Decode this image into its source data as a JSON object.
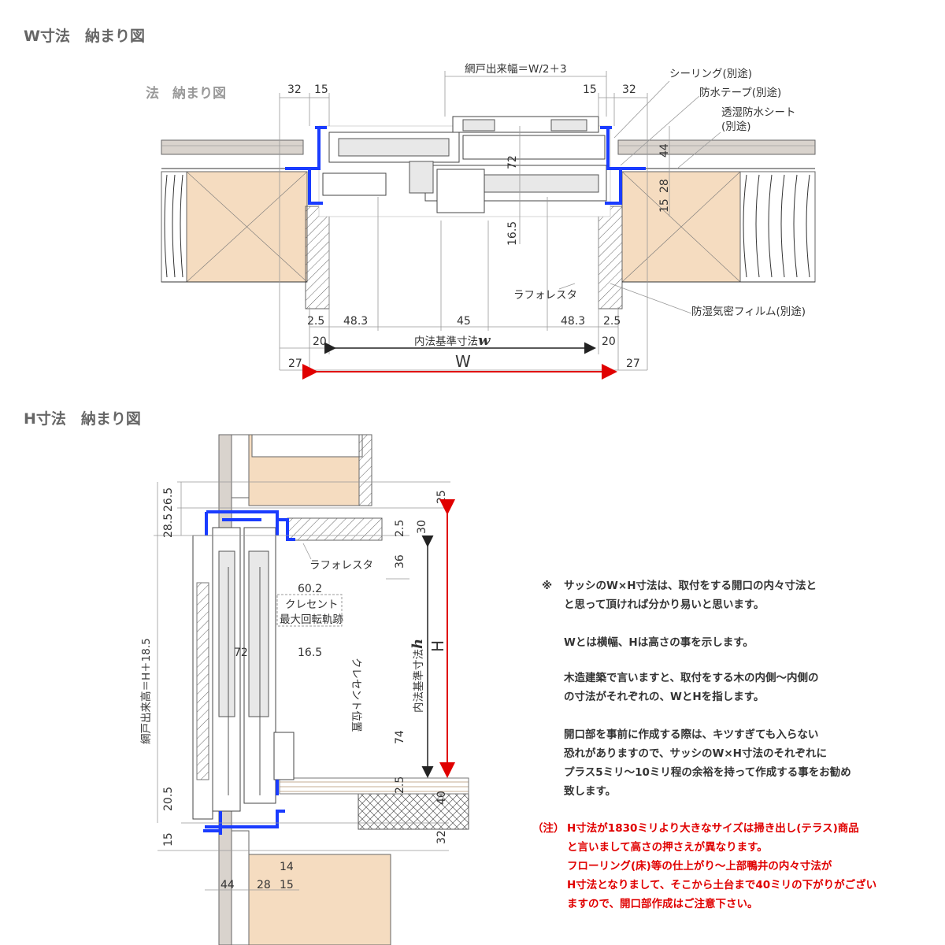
{
  "w_section": {
    "title": "W寸法　納まり図",
    "ghost_title": "法　納まり図",
    "labels": {
      "net_width": "網戸出来幅＝W/2＋3",
      "sealing": "シーリング(別途)",
      "waterproof_tape": "防水テープ(別途)",
      "breathable_sheet_1": "透湿防水シート",
      "breathable_sheet_2": "(別途)",
      "laforesta": "ラフォレスタ",
      "vapor_film": "防湿気密フィルム(別途)",
      "inner_std_w": "内法基準寸法",
      "inner_std_w_sym": "w",
      "W": "W"
    },
    "dims": {
      "top_left_32": "32",
      "top_left_15": "15",
      "top_right_15": "15",
      "top_right_32": "32",
      "v44": "44",
      "v72": "72",
      "v28": "28",
      "v15": "15",
      "v16_5": "16.5",
      "b_2_5_l": "2.5",
      "b_48_3_l": "48.3",
      "b_45": "45",
      "b_48_3_r": "48.3",
      "b_2_5_r": "2.5",
      "b_20_l": "20",
      "b_20_r": "20",
      "b_27_l": "27",
      "b_27_r": "27"
    }
  },
  "h_section": {
    "title": "H寸法　納まり図",
    "labels": {
      "net_height": "網戸出来高＝H＋18.5",
      "laforesta": "ラフォレスタ",
      "crescent_1": "クレセント",
      "crescent_2": "最大回転軌跡",
      "crescent_pos": "クレセント位置",
      "inner_std_h": "内法基準寸法",
      "inner_std_h_sym": "h",
      "H": "H"
    },
    "dims": {
      "d26_5": "26.5",
      "d28_5": "28.5",
      "d25": "25",
      "d2_5_top": "2.5",
      "d30": "30",
      "d36": "36",
      "d60_2": "60.2",
      "d72": "72",
      "d16_5": "16.5",
      "d74": "74",
      "d2_5_bot": "2.5",
      "d40": "40",
      "d20_5": "20.5",
      "d15": "15",
      "d32": "32",
      "d14": "14",
      "d44": "44",
      "d28": "28",
      "d15_b": "15"
    }
  },
  "notes": {
    "mark": "※",
    "lines": [
      "サッシのW×H寸法は、取付をする開口の内々寸法と",
      "と思って頂ければ分かり易いと思います。",
      "",
      "Wとは横幅、Hは高さの事を示します。",
      "",
      "木造建築で言いますと、取付をする木の内側～内側の",
      "の寸法がそれぞれの、WとHを指します。",
      "",
      "開口部を事前に作成する際は、キツすぎても入らない",
      "恐れがありますので、サッシのW×H寸法のそれぞれに",
      "プラス5ミリ～10ミリ程の余裕を持って作成する事をお勧め",
      "致します。"
    ],
    "caution_mark": "（注）",
    "caution_lines": [
      "H寸法が1830ミリより大きなサイズは掃き出し(テラス)商品",
      "と言いまして高さの押さえが異なります。",
      "フローリング(床)等の仕上がり～上部鴨井の内々寸法が",
      "H寸法となりまして、そこから土台まで40ミリの下がりがござい",
      "ますので、開口部作成はご注意下さい。"
    ]
  },
  "colors": {
    "frame_blue": "#1a3cff",
    "arrow_red": "#e00000",
    "wood": "#f5dcc0",
    "caution_red": "#e00000"
  }
}
